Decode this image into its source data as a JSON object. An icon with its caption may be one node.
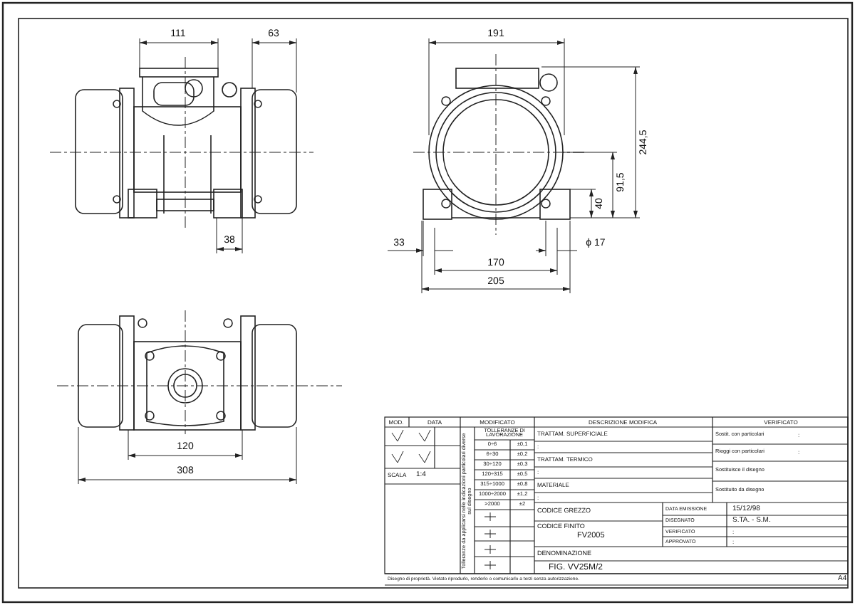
{
  "diagram": {
    "labels": [
      "111",
      "63",
      "191",
      "244,5",
      "91,5",
      "40",
      "38",
      "33",
      "ϕ 17",
      "170",
      "205",
      "120",
      "308",
      "MOD.",
      "DATA",
      "MODIFICATO",
      "DESCRIZIONE MODIFICA",
      "VERIFICATO",
      "SCALA",
      "1:4",
      "Tolleranze da applicarsi nelle indicazioni particolari diverse sul disegno",
      "TOLLERANZE DI LAVORAZIONE",
      "0÷6",
      "±0,1",
      "6÷30",
      "±0,2",
      "30÷120",
      "±0,3",
      "120÷315",
      "±0,5",
      "315÷1000",
      "±0,8",
      "1000÷2000",
      "±1,2",
      ">2000",
      "±2",
      "TRATTAM. SUPERFICIALE",
      "Sostit. con particolari",
      ":",
      ":",
      "Rieggi con particolari",
      ":",
      "TRATTAM. TERMICO",
      ":",
      "Sostituisce il disegno",
      "MATERIALE",
      ":",
      "Sostituito da disegno",
      "CODICE GREZZO",
      "DATA EMISSIONE",
      "15/12/98",
      "DISEGNATO",
      "S.TA. - S.M.",
      "CODICE FINITO",
      "VERIFICATO",
      ":",
      "FV2005",
      "APPROVATO",
      ":",
      "DENOMINAZIONE",
      "FIG. VV25M/2",
      "Disegno di proprietà. Vietato riprodurlo, renderlo o comunicarlo a terzi senza autorizzazione.",
      "A4"
    ]
  }
}
